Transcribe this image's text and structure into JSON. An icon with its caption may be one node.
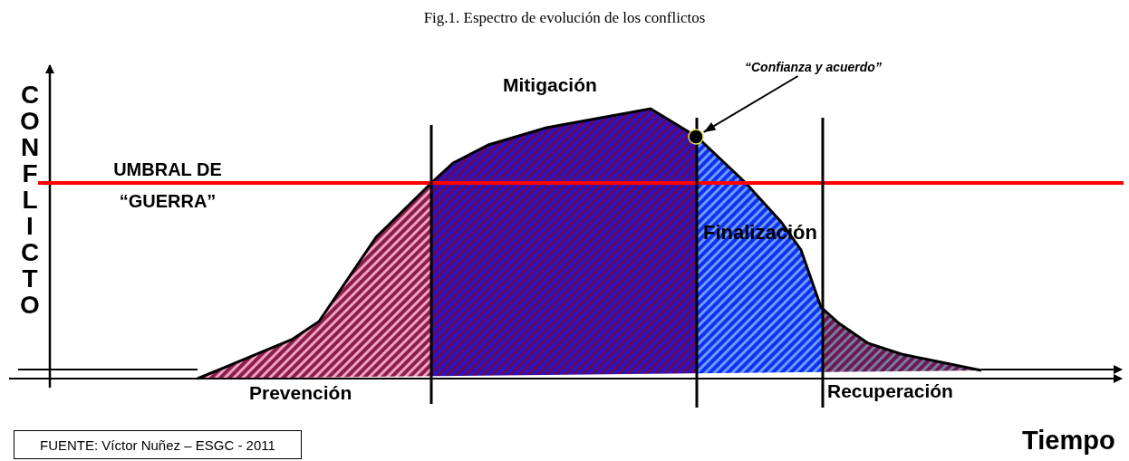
{
  "diagram": {
    "title": "Fig.1. Espectro de evolución de los conflictos",
    "nodes": [
      {
        "text": [
          "“Confianza y acuerdo”"
        ]
      },
      {
        "text": [],
        "shape": "circle"
      },
      {
        "text": [
          "FUENTE: Víctor Nuñez – ESGC - 2011"
        ]
      }
    ],
    "edges": [
      {
        "from": 0,
        "to": 1,
        "arrow": "to"
      }
    ],
    "labels": [
      "CONFLICTO",
      "UMBRAL DE “GUERRA”",
      "Mitigación",
      "Finalización",
      "Prevención",
      "Recuperación",
      "Tiempo"
    ]
  }
}
